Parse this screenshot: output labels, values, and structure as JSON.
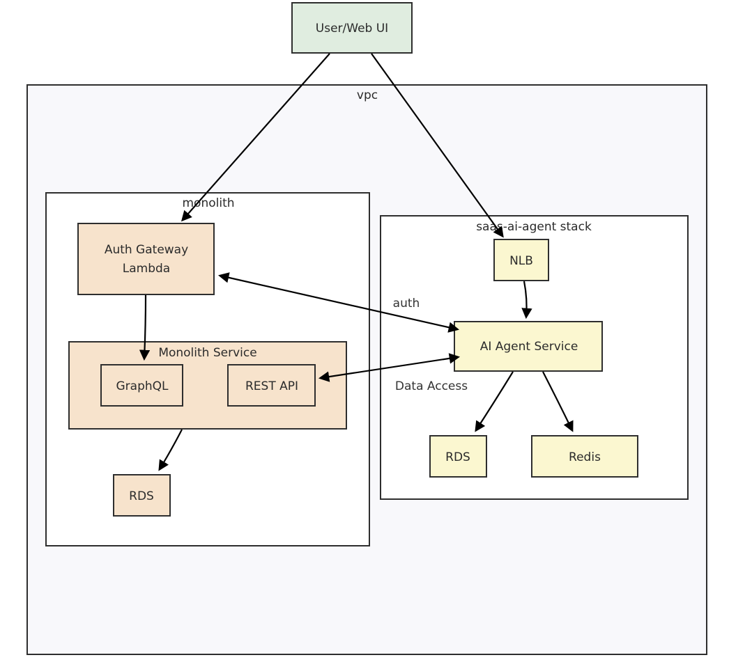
{
  "colors": {
    "vpc_fill": "#f8f8fb",
    "group_fill": "#ffffff",
    "border": "#2e2e2e",
    "user_fill": "#e0ede0",
    "monolith_fill": "#f7e3cc",
    "agent_fill": "#fbf7d0",
    "edge": "#000000"
  },
  "groups": {
    "vpc": "vpc",
    "monolith": "monolith",
    "monolith_service": "Monolith Service",
    "saas_stack": "saas-ai-agent stack"
  },
  "nodes": {
    "user": "User/Web UI",
    "auth_gateway_line1": "Auth Gateway",
    "auth_gateway_line2": "Lambda",
    "graphql": "GraphQL",
    "rest_api": "REST API",
    "monolith_rds": "RDS",
    "nlb": "NLB",
    "ai_agent_service": "AI Agent Service",
    "agent_rds": "RDS",
    "redis": "Redis"
  },
  "edges": {
    "auth": "auth",
    "data_access": "Data Access"
  }
}
